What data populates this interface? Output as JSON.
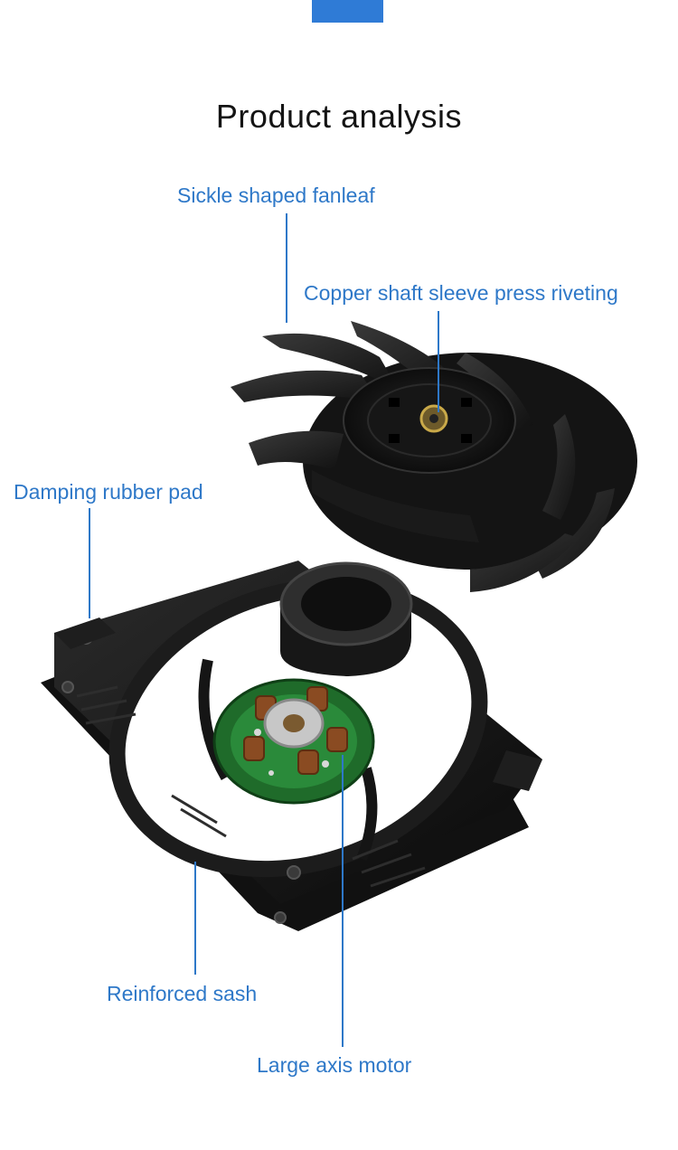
{
  "page": {
    "title": "Product analysis",
    "accent_color": "#2e78c8",
    "tab_color": "#2f7bd6"
  },
  "callouts": [
    {
      "id": "fanleaf",
      "label": "Sickle shaped fanleaf"
    },
    {
      "id": "shaft",
      "label": "Copper shaft sleeve press riveting"
    },
    {
      "id": "pad",
      "label": "Damping rubber pad"
    },
    {
      "id": "sash",
      "label": "Reinforced sash"
    },
    {
      "id": "motor",
      "label": "Large axis motor"
    }
  ],
  "illustration": {
    "subject": "exploded-fan-icon",
    "parts": [
      "impeller",
      "fan-frame",
      "motor-stator",
      "circuit-board"
    ]
  }
}
